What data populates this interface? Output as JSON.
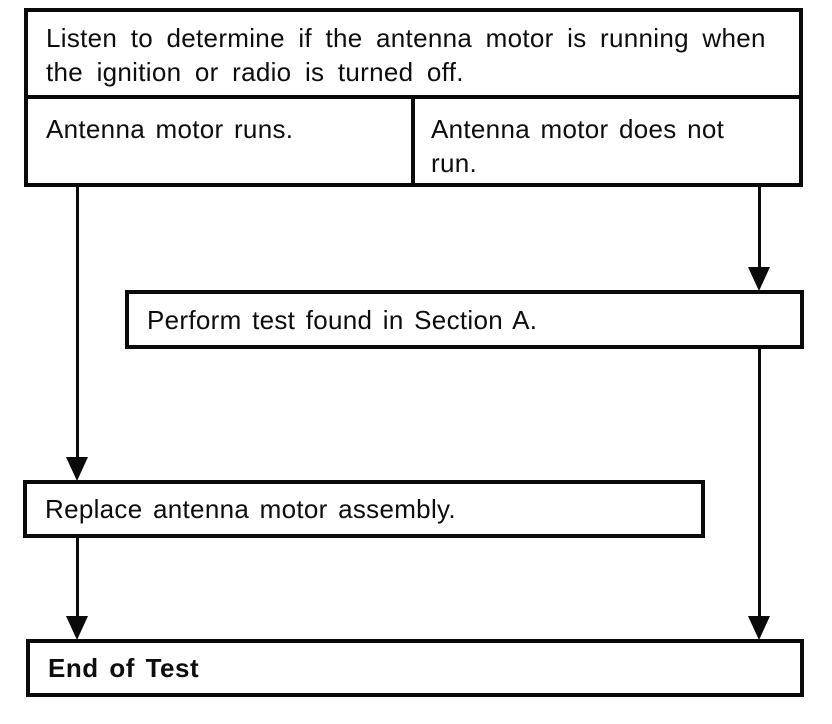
{
  "flowchart": {
    "start": "Listen to determine if the antenna motor is running when\nthe ignition or radio is turned off.",
    "branch_left": "Antenna motor runs.",
    "branch_right": "Antenna motor does not\nrun.",
    "perform_test": "Perform test found in Section A.",
    "replace": "Replace antenna motor assembly.",
    "end": "End of Test"
  },
  "colors": {
    "ink": "#0a0a0a",
    "background": "#ffffff"
  }
}
